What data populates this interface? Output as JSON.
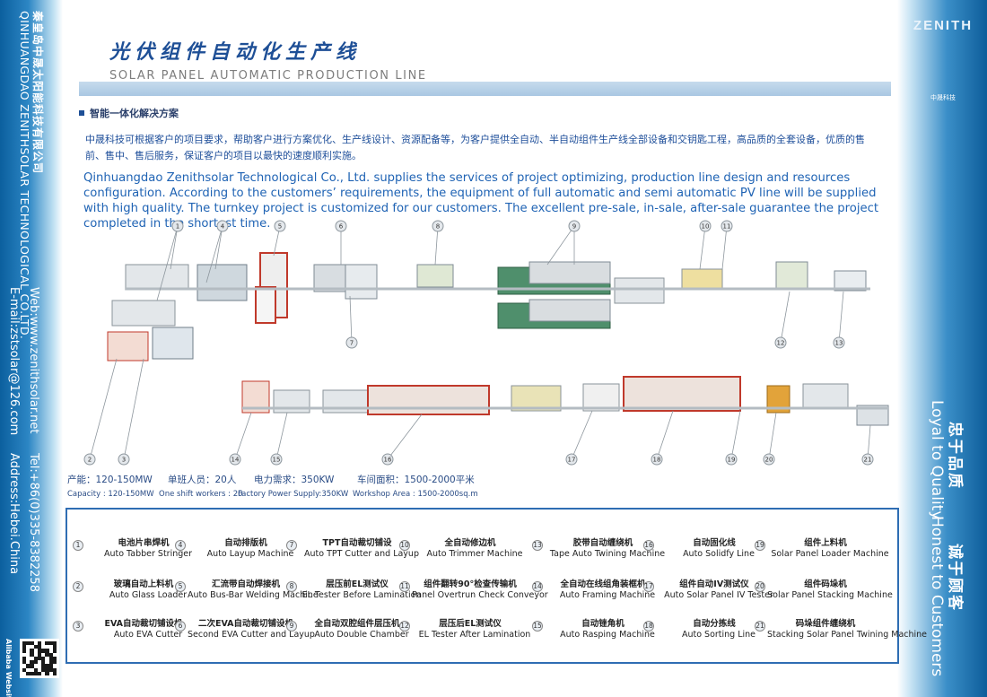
{
  "sidebar_left": {
    "company_cn": "秦皇岛中晟太阳能科技有限公司",
    "company_en": "QINHUANGDAO ZENITHSOLAR TECHNOLOGICAL CO.LTD.",
    "web": "Web:www.zenithsolar.net",
    "email": "E-mail:zstsolar@126.com",
    "tel": "Tel:+86(0)335-8382258",
    "address": "Address:Hebei.China",
    "alibaba_label": "Alibaba Website"
  },
  "sidebar_right": {
    "logo": "ZENITH",
    "logo_sub": "中晟科技",
    "slogan_cn_1": "忠于品质",
    "slogan_cn_2": "诚于顾客",
    "slogan_en_1": "Loyal to Quality",
    "slogan_en_2": "Honest to Customers"
  },
  "header": {
    "title_cn": "光伏组件自动化生产线",
    "title_en": "SOLAR PANEL AUTOMATIC PRODUCTION LINE"
  },
  "section": {
    "title": "智能一体化解决方案",
    "desc_cn": "中晟科技可根据客户的项目要求，帮助客户进行方案优化、生产线设计、资源配备等，为客户提供全自动、半自动组件生产线全部设备和交钥匙工程，高品质的全套设备，优质的售前、售中、售后服务，保证客户的项目以最快的速度顺利实施。",
    "desc_en": "Qinhuangdao Zenithsolar Technological Co., Ltd. supplies the services of project optimizing, production line design and resources configuration. According to the customers’ requirements, the equipment of full automatic and semi automatic PV line will be supplied with high quality. The turnkey project is customized for our customers. The excellent pre-sale, in-sale, after-sale guarantee the project completed in the shortest time."
  },
  "stats": {
    "cn": [
      "产能：120-150MW",
      "单班人员：20人",
      "电力需求：350KW",
      "车间面积：1500-2000平米"
    ],
    "en": [
      "Capacity : 120-150MW",
      "One shift workers : 20",
      "Factory Power Supply:350KW",
      "Workshop Area : 1500-2000sq.m"
    ]
  },
  "diagram": {
    "callouts": [
      "1",
      "2",
      "3",
      "4",
      "5",
      "6",
      "7",
      "8",
      "9",
      "10",
      "11",
      "12",
      "13",
      "14",
      "15",
      "16",
      "17",
      "18",
      "19",
      "20",
      "21"
    ]
  },
  "legend": [
    {
      "num": "1",
      "cn": "电池片串焊机",
      "en": "Auto Tabber Stringer"
    },
    {
      "num": "2",
      "cn": "玻璃自动上料机",
      "en": "Auto Glass Loader"
    },
    {
      "num": "3",
      "cn": "EVA自动裁切铺设机",
      "en": "Auto EVA Cutter"
    },
    {
      "num": "4",
      "cn": "自动排版机",
      "en": "Auto Layup Machine"
    },
    {
      "num": "5",
      "cn": "汇流带自动焊接机",
      "en": "Auto Bus-Bar Welding Machine"
    },
    {
      "num": "6",
      "cn": "二次EVA自动裁切铺设机",
      "en": "Second EVA Cutter and Layup"
    },
    {
      "num": "7",
      "cn": "TPT自动裁切铺设",
      "en": "Auto TPT Cutter and Layup"
    },
    {
      "num": "8",
      "cn": "层压前EL测试仪",
      "en": "EL Tester Before Lamination"
    },
    {
      "num": "9",
      "cn": "全自动双腔组件层压机",
      "en": "Auto Double Chamber"
    },
    {
      "num": "10",
      "cn": "全自动修边机",
      "en": "Auto Trimmer Machine"
    },
    {
      "num": "11",
      "cn": "组件翻转90°检查传输机",
      "en": "Panel Overtrun Check Conveyor"
    },
    {
      "num": "12",
      "cn": "层压后EL测试仪",
      "en": "EL Tester After Lamination"
    },
    {
      "num": "13",
      "cn": "胶带自动缠绕机",
      "en": "Tape Auto Twining Machine"
    },
    {
      "num": "14",
      "cn": "全自动在线组角装框机",
      "en": "Auto Framing Machine"
    },
    {
      "num": "15",
      "cn": "自动锉角机",
      "en": "Auto Rasping Machine"
    },
    {
      "num": "16",
      "cn": "自动固化线",
      "en": "Auto Solidfy Line"
    },
    {
      "num": "17",
      "cn": "组件自动IV测试仪",
      "en": "Auto Solar Panel IV Tester"
    },
    {
      "num": "18",
      "cn": "自动分拣线",
      "en": "Auto Sorting Line"
    },
    {
      "num": "19",
      "cn": "组件上料机",
      "en": "Solar Panel Loader Machine"
    },
    {
      "num": "20",
      "cn": "组件码垛机",
      "en": "Solar Panel Stacking Machine"
    },
    {
      "num": "21",
      "cn": "码垛组件缠绕机",
      "en": "Stacking Solar Panel Twining Machine"
    }
  ],
  "colors": {
    "title_blue": "#1e4f96",
    "text_blue": "#1f63b4",
    "band_blue": "#0b5f9e",
    "legend_border": "#2e6db3",
    "machine_red": "#c0392b"
  }
}
